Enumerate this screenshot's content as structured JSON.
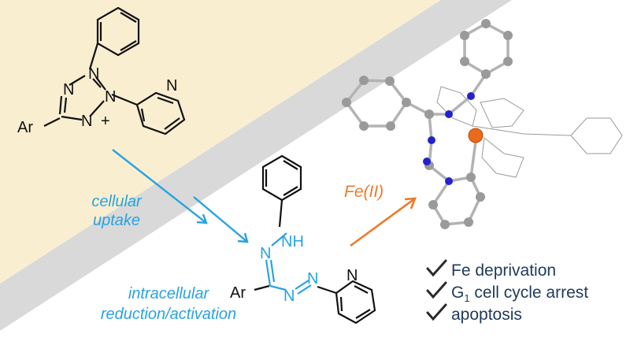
{
  "colors": {
    "background": "#ffffff",
    "cream_region": "#faeed1",
    "gray_band": "#d9d9d9",
    "blue_accent": "#29a3e0",
    "orange_accent": "#ec7a2b",
    "text_dark": "#1f3a5c",
    "bond_black": "#111111",
    "atom_gray": "#9a9a9a",
    "atom_blue": "#2222cc",
    "iron_orange": "#e86a1c"
  },
  "tetrazolium": {
    "substituent": "Ar",
    "n_labels": [
      "N",
      "N",
      "N",
      "N"
    ],
    "charge": "+"
  },
  "steps": {
    "uptake_line1": "cellular",
    "uptake_line2": "uptake",
    "reduction_line1": "intracellular",
    "reduction_line2": "reduction/activation",
    "metal": "Fe(II)"
  },
  "formazan": {
    "substituent": "Ar",
    "nh_label": "NH",
    "n_labels": [
      "N",
      "N",
      "N",
      "N"
    ]
  },
  "effects": [
    {
      "icon": "checkmark-icon",
      "text": "Fe deprivation"
    },
    {
      "icon": "checkmark-icon",
      "prefix": "G",
      "subscript": "1",
      "text": " cell cycle arrest"
    },
    {
      "icon": "checkmark-icon",
      "text": "apoptosis"
    }
  ]
}
